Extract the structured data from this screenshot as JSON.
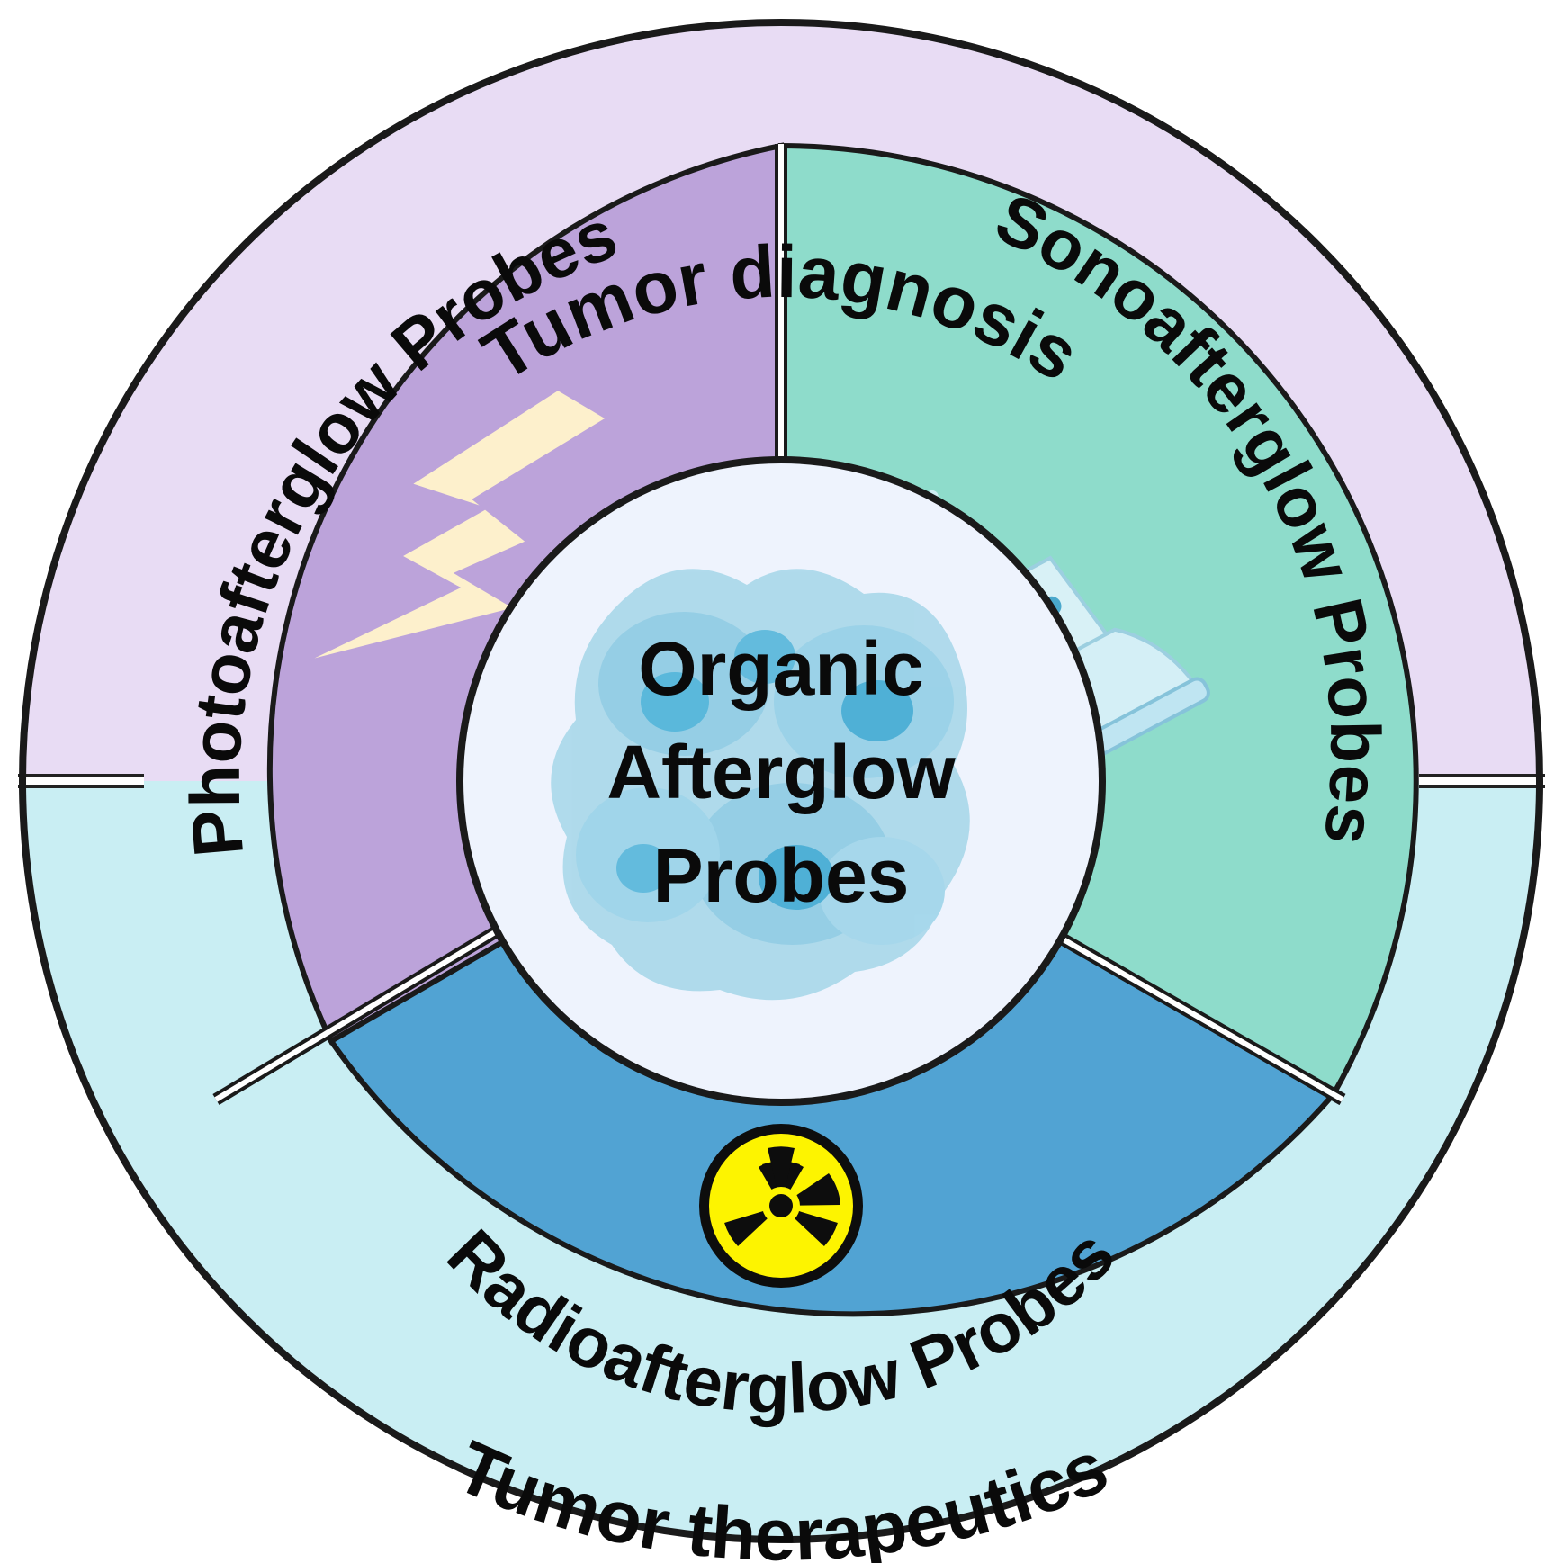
{
  "outer_ring": {
    "top_label": "Tumor diagnosis",
    "bottom_label": "Tumor therapeutics",
    "top_color": "#e8dcf4",
    "bottom_color": "#c9eef3"
  },
  "sectors": {
    "photo": {
      "label": "Photoafterglow Probes",
      "color": "#bca3da",
      "icon": "lightning-bolt-icon"
    },
    "sono": {
      "label": "Sonoafterglow Probes",
      "color": "#8edccb",
      "icon": "ultrasound-probe-icon"
    },
    "radio": {
      "label": "Radioafterglow Probes",
      "color": "#51a3d3",
      "icon": "radiation-hazard-icon"
    }
  },
  "center": {
    "lines": [
      "Organic",
      "Afterglow",
      "Probes"
    ],
    "color": "#eef3fd"
  }
}
